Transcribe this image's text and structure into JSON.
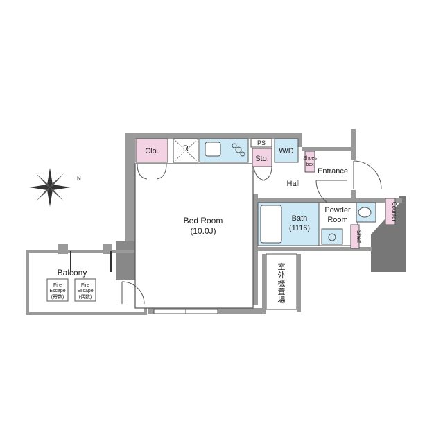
{
  "rooms": {
    "bed_room": {
      "name": "Bed Room",
      "size": "(10.0J)"
    },
    "bath": {
      "name": "Bath",
      "size": "(1116)"
    },
    "powder_room": {
      "line1": "Powder",
      "line2": "Room"
    },
    "balcony": "Balcony",
    "hall": "Hall",
    "entrance": "Entrance"
  },
  "fixtures": {
    "closet": "Clo.",
    "refrigerator": "R",
    "pipe_space": "PS",
    "storage": "Sto.",
    "washer_dryer": "W/D",
    "shoes_box_line1": "Shoes",
    "shoes_box_line2": "box",
    "counter": "Counter",
    "shelf": "Shelf",
    "outdoor_unit": [
      "室",
      "外",
      "機",
      "置",
      "場"
    ]
  },
  "fire_escapes": [
    {
      "line1": "Fire",
      "line2": "Escape",
      "line3": "(寄数)"
    },
    {
      "line1": "Fire",
      "line2": "Escape",
      "line3": "(偶数)"
    }
  ],
  "compass": {
    "north_label": "N"
  },
  "colors": {
    "wall": "#9a9a9a",
    "wall_dark": "#777777",
    "pink": "#f3d2e3",
    "blue": "#cde9f6",
    "outline": "#555555"
  }
}
